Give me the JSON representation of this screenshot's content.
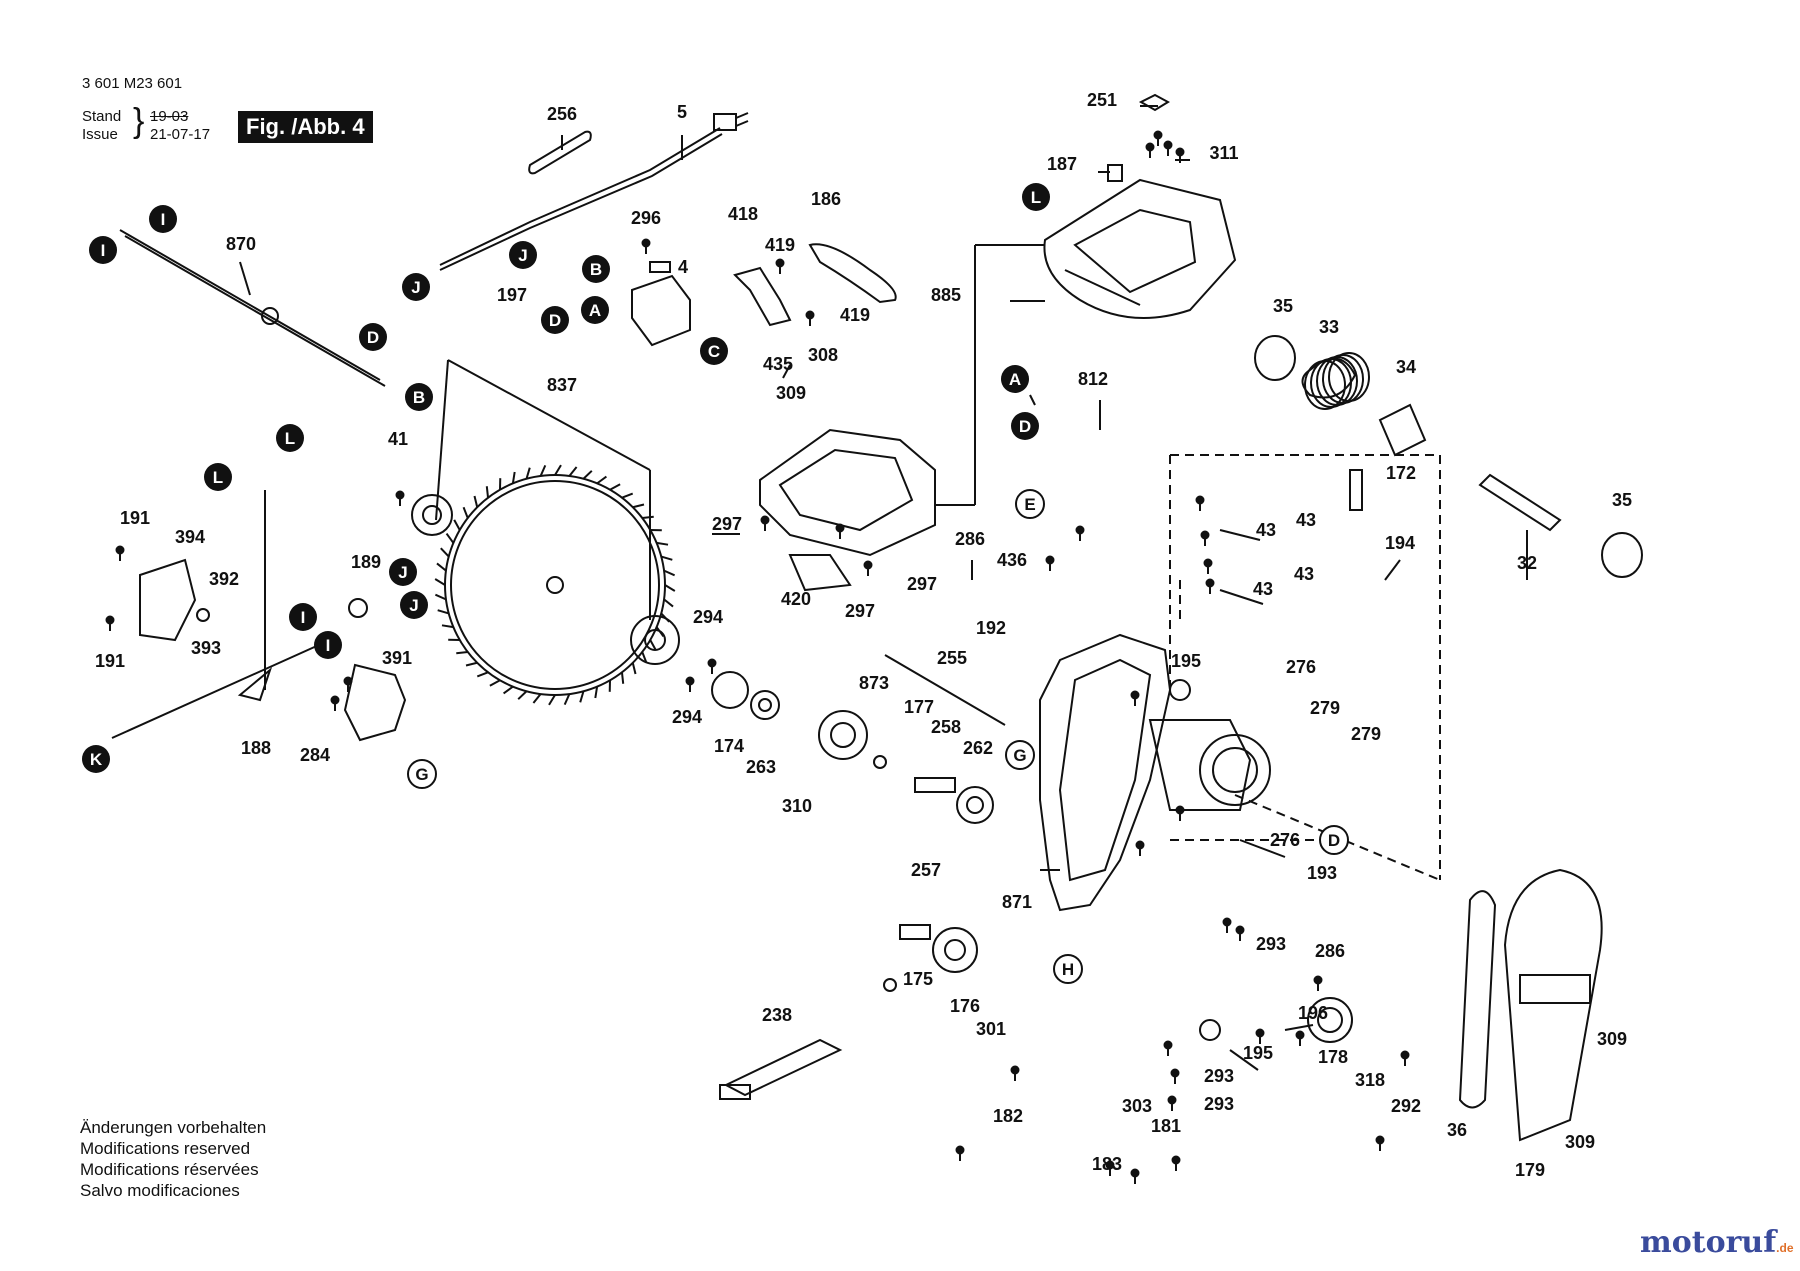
{
  "header": {
    "part_number": "3 601 M23 601",
    "stand_label": "Stand",
    "issue_label": "Issue",
    "stand_value": "19-03",
    "issue_value": "21-07-17",
    "figure_tag": "Fig. /Abb. 4"
  },
  "footer_notes": [
    "Änderungen vorbehalten",
    "Modifications reserved",
    "Modifications réservées",
    "Salvo modificaciones"
  ],
  "watermark": {
    "main": "motoruf",
    "tld": ".de"
  },
  "colors": {
    "ink": "#111111",
    "brand": "#3a4b9c",
    "brand_accent": "#e0702a"
  },
  "part_labels": [
    {
      "id": "p256",
      "text": "256"
    },
    {
      "id": "p5",
      "text": "5"
    },
    {
      "id": "p251",
      "text": "251"
    },
    {
      "id": "p187",
      "text": "187"
    },
    {
      "id": "p311",
      "text": "311"
    },
    {
      "id": "p870",
      "text": "870"
    },
    {
      "id": "p296",
      "text": "296"
    },
    {
      "id": "p4",
      "text": "4"
    },
    {
      "id": "p418",
      "text": "418"
    },
    {
      "id": "p186",
      "text": "186"
    },
    {
      "id": "p419a",
      "text": "419"
    },
    {
      "id": "p419b",
      "text": "419"
    },
    {
      "id": "p885",
      "text": "885"
    },
    {
      "id": "p197",
      "text": "197"
    },
    {
      "id": "p35a",
      "text": "35"
    },
    {
      "id": "p33",
      "text": "33"
    },
    {
      "id": "p34",
      "text": "34"
    },
    {
      "id": "p435",
      "text": "435"
    },
    {
      "id": "p308",
      "text": "308"
    },
    {
      "id": "p837",
      "text": "837"
    },
    {
      "id": "p812",
      "text": "812"
    },
    {
      "id": "p309a",
      "text": "309"
    },
    {
      "id": "p41",
      "text": "41"
    },
    {
      "id": "p172",
      "text": "172"
    },
    {
      "id": "p35b",
      "text": "35"
    },
    {
      "id": "p43a",
      "text": "43"
    },
    {
      "id": "p43b",
      "text": "43"
    },
    {
      "id": "p43c",
      "text": "43"
    },
    {
      "id": "p43d",
      "text": "43"
    },
    {
      "id": "p191a",
      "text": "191"
    },
    {
      "id": "p394",
      "text": "394"
    },
    {
      "id": "p297a",
      "text": "297"
    },
    {
      "id": "p286a",
      "text": "286"
    },
    {
      "id": "p436",
      "text": "436"
    },
    {
      "id": "p194",
      "text": "194"
    },
    {
      "id": "p32",
      "text": "32"
    },
    {
      "id": "p189",
      "text": "189"
    },
    {
      "id": "p392",
      "text": "392"
    },
    {
      "id": "p297b",
      "text": "297"
    },
    {
      "id": "p420",
      "text": "420"
    },
    {
      "id": "p297c",
      "text": "297"
    },
    {
      "id": "p192",
      "text": "192"
    },
    {
      "id": "p294a",
      "text": "294"
    },
    {
      "id": "p393",
      "text": "393"
    },
    {
      "id": "p191b",
      "text": "191"
    },
    {
      "id": "p391",
      "text": "391"
    },
    {
      "id": "p255",
      "text": "255"
    },
    {
      "id": "p195a",
      "text": "195"
    },
    {
      "id": "p276a",
      "text": "276"
    },
    {
      "id": "p873",
      "text": "873"
    },
    {
      "id": "p294b",
      "text": "294"
    },
    {
      "id": "p177",
      "text": "177"
    },
    {
      "id": "p279a",
      "text": "279"
    },
    {
      "id": "p258",
      "text": "258"
    },
    {
      "id": "p279b",
      "text": "279"
    },
    {
      "id": "p262",
      "text": "262"
    },
    {
      "id": "p174",
      "text": "174"
    },
    {
      "id": "p188",
      "text": "188"
    },
    {
      "id": "p284",
      "text": "284"
    },
    {
      "id": "p263",
      "text": "263"
    },
    {
      "id": "p310",
      "text": "310"
    },
    {
      "id": "p276b",
      "text": "276"
    },
    {
      "id": "p257",
      "text": "257"
    },
    {
      "id": "p193",
      "text": "193"
    },
    {
      "id": "p871",
      "text": "871"
    },
    {
      "id": "p293a",
      "text": "293"
    },
    {
      "id": "p286b",
      "text": "286"
    },
    {
      "id": "p175",
      "text": "175"
    },
    {
      "id": "p176",
      "text": "176"
    },
    {
      "id": "p196",
      "text": "196"
    },
    {
      "id": "p301",
      "text": "301"
    },
    {
      "id": "p238",
      "text": "238"
    },
    {
      "id": "p195b",
      "text": "195"
    },
    {
      "id": "p178",
      "text": "178"
    },
    {
      "id": "p309b",
      "text": "309"
    },
    {
      "id": "p318",
      "text": "318"
    },
    {
      "id": "p293b",
      "text": "293"
    },
    {
      "id": "p293c",
      "text": "293"
    },
    {
      "id": "p292",
      "text": "292"
    },
    {
      "id": "p182",
      "text": "182"
    },
    {
      "id": "p303",
      "text": "303"
    },
    {
      "id": "p181",
      "text": "181"
    },
    {
      "id": "p36",
      "text": "36"
    },
    {
      "id": "p309c",
      "text": "309"
    },
    {
      "id": "p183",
      "text": "183"
    },
    {
      "id": "p179",
      "text": "179"
    }
  ],
  "callouts": [
    {
      "id": "cI1",
      "letter": "I"
    },
    {
      "id": "cI2",
      "letter": "I"
    },
    {
      "id": "cJ1",
      "letter": "J"
    },
    {
      "id": "cJ2",
      "letter": "J"
    },
    {
      "id": "cB1",
      "letter": "B"
    },
    {
      "id": "cA1",
      "letter": "A"
    },
    {
      "id": "cC1",
      "letter": "C"
    },
    {
      "id": "cD1",
      "letter": "D"
    },
    {
      "id": "cD2",
      "letter": "D"
    },
    {
      "id": "cB2",
      "letter": "B"
    },
    {
      "id": "cL1",
      "letter": "L"
    },
    {
      "id": "cL2",
      "letter": "L"
    },
    {
      "id": "cL3",
      "letter": "L"
    },
    {
      "id": "cA2",
      "letter": "A"
    },
    {
      "id": "cD3",
      "letter": "D"
    },
    {
      "id": "cJ3",
      "letter": "J"
    },
    {
      "id": "cJ4",
      "letter": "J"
    },
    {
      "id": "cI3",
      "letter": "I"
    },
    {
      "id": "cI4",
      "letter": "I"
    },
    {
      "id": "cK1",
      "letter": "K"
    }
  ],
  "outline_callouts": [
    {
      "id": "oE",
      "letter": "E"
    },
    {
      "id": "oG1",
      "letter": "G"
    },
    {
      "id": "oG2",
      "letter": "G"
    },
    {
      "id": "oD",
      "letter": "D"
    },
    {
      "id": "oH",
      "letter": "H"
    }
  ]
}
